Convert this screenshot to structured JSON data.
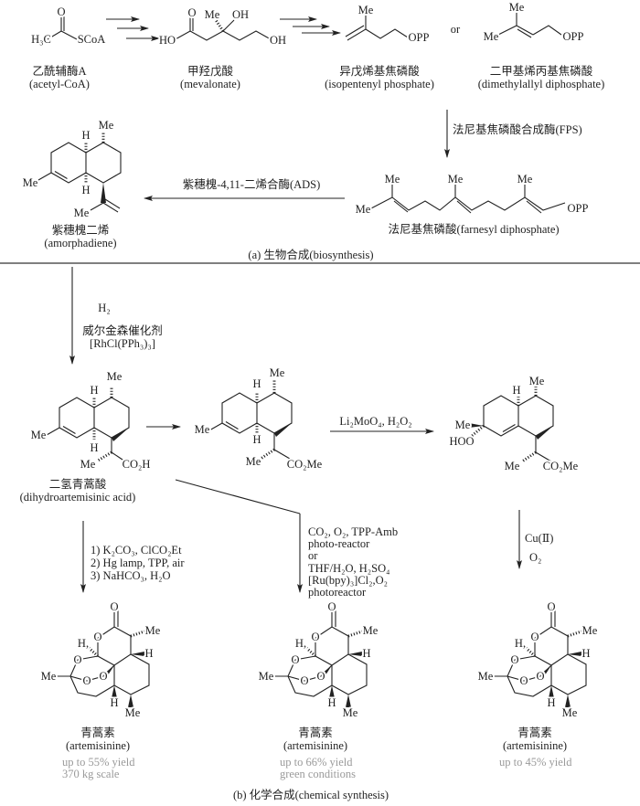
{
  "atoms": {
    "me": "Me",
    "h": "H",
    "h_comma": "H,",
    "o": "O",
    "oh": "OH",
    "ho": "HO",
    "opp": "OPP",
    "h3c": "H₃C",
    "scoa": "SCoA",
    "co2h": "CO₂H",
    "co2me": "CO₂Me",
    "hoo": "HOO"
  },
  "biosynthesis": {
    "acetyl_coa": {
      "cn": "乙酰辅酶A",
      "en": "(acetyl-CoA)"
    },
    "mevalonate": {
      "cn": "甲羟戊酸",
      "en": "(mevalonate)"
    },
    "ipp": {
      "cn": "异戊烯基焦磷酸",
      "en": "(isopentenyl phosphate)"
    },
    "or": "or",
    "dmapp": {
      "cn": "二甲基烯丙基焦磷酸",
      "en": "(dimethylallyl diphosphate)"
    },
    "fps_enzyme": "法尼基焦磷酸合成酶(FPS)",
    "farnesyl": {
      "label": "法尼基焦磷酸(farnesyl diphosphate)"
    },
    "ads_enzyme": "紫穗槐-4,11-二烯合酶(ADS)",
    "amorphadiene": {
      "cn": "紫穗槐二烯",
      "en": "(amorphadiene)"
    },
    "caption": "(a) 生物合成(biosynthesis)"
  },
  "chemical": {
    "hydrogenation": {
      "reagent": "H₂",
      "catalyst_cn": "威尔金森催化剂",
      "catalyst": "[RhCl(PPh₃)₃]"
    },
    "dhaa": {
      "cn": "二氢青蒿酸",
      "en": "(dihydroartemisinic acid)"
    },
    "oxidation_reagent": "Li₂MoO₄, H₂O₂",
    "route1": [
      "1) K₂CO₃, ClCO₂Et",
      "2) Hg lamp, TPP, air",
      "3) NaHCO₃, H₂O"
    ],
    "route2": [
      "CO₂, O₂, TPP-Amb",
      "photo-reactor",
      "or",
      "THF/H₂O, H₂SO₄",
      "[Ru(bpy)₃]Cl₂,O₂",
      "photoreactor"
    ],
    "route3": [
      "Cu(Ⅱ)",
      "O₂"
    ],
    "products": [
      {
        "cn": "青蒿素",
        "en": "(artemisinine)",
        "yield": "up to 55% yield",
        "note": "370 kg scale"
      },
      {
        "cn": "青蒿素",
        "en": "(artemisinine)",
        "yield": "up to 66% yield",
        "note": "green conditions"
      },
      {
        "cn": "青蒿素",
        "en": "(artemisinine)",
        "yield": "up to 45% yield"
      }
    ],
    "caption": "(b) 化学合成(chemical synthesis)"
  },
  "colors": {
    "ink": "#222222",
    "yield_gray": "#9a9a9a"
  }
}
